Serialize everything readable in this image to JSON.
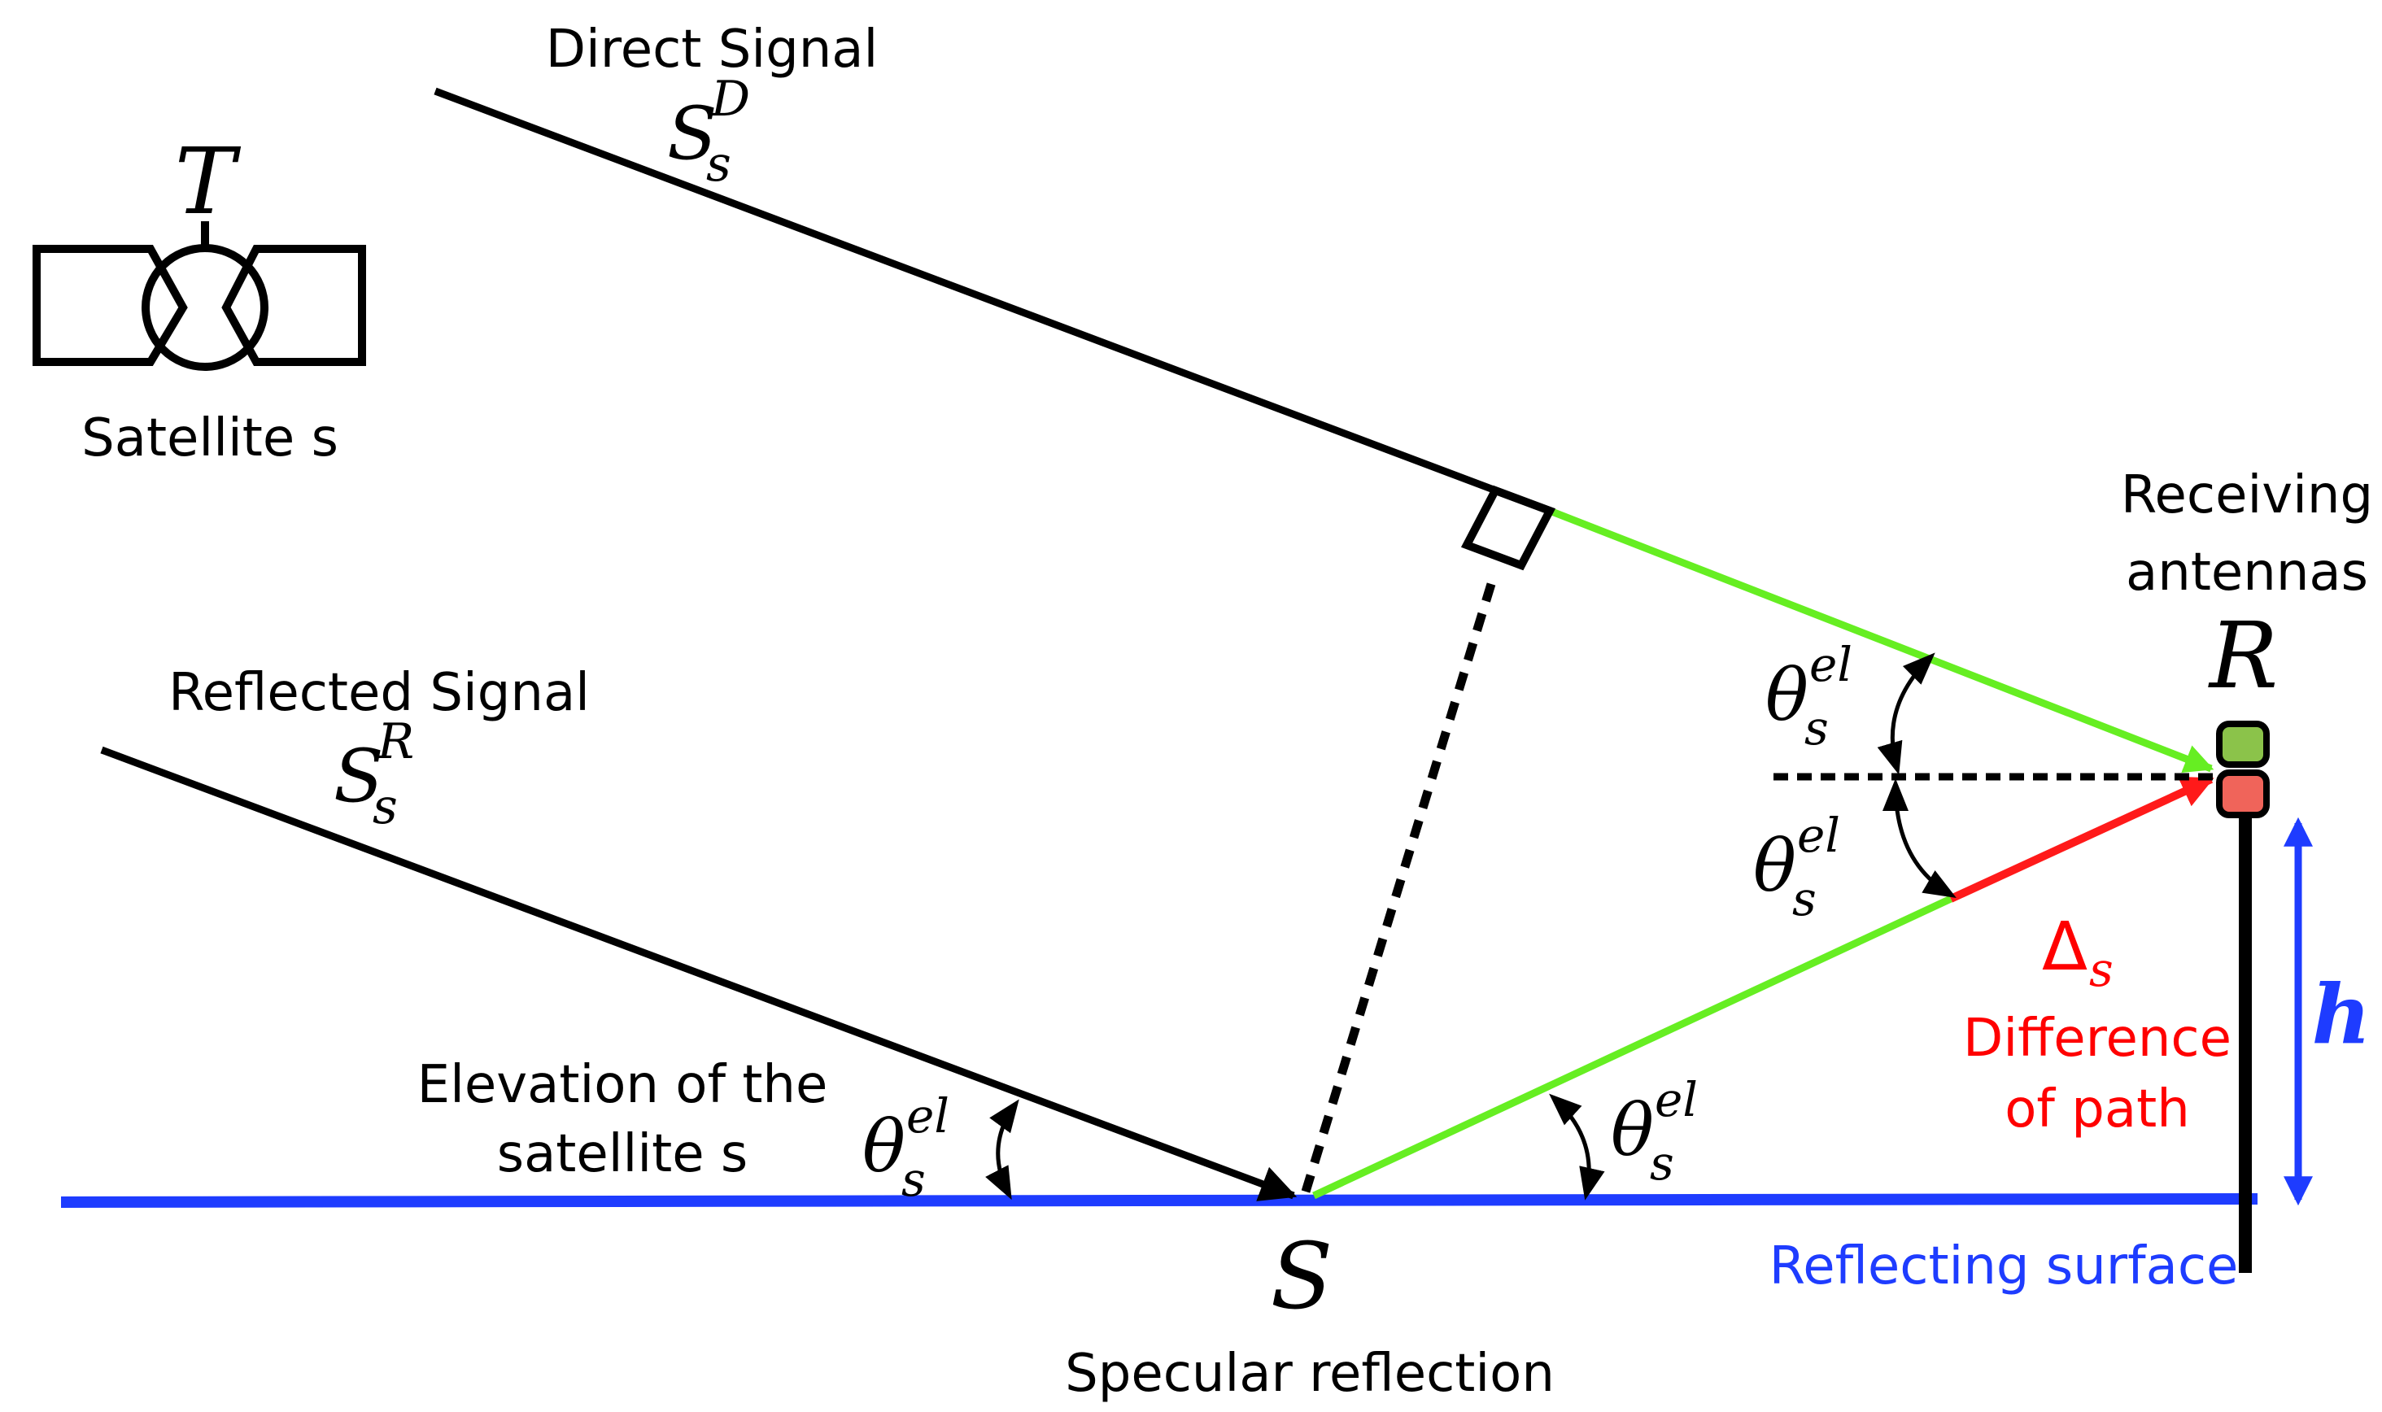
{
  "satellite": {
    "symbol": "T",
    "label": "Satellite s"
  },
  "direct_signal": {
    "label": "Direct Signal",
    "symbol_base": "S",
    "symbol_sub": "s",
    "symbol_sup": "D"
  },
  "reflected_signal": {
    "label": "Reflected Signal",
    "symbol_base": "S",
    "symbol_sub": "s",
    "symbol_sup": "R"
  },
  "receiver": {
    "label_line1": "Receiving",
    "label_line2": "antennas",
    "symbol": "R"
  },
  "specular": {
    "symbol": "S",
    "label": "Specular reflection"
  },
  "elevation": {
    "label_line1": "Elevation of the",
    "label_line2": "satellite s",
    "theta_base": "θ",
    "theta_sub": "s",
    "theta_sup": "el"
  },
  "path_difference": {
    "symbol_base": "Δ",
    "symbol_sub": "s",
    "label_line1": "Difference",
    "label_line2": "of path"
  },
  "height": {
    "symbol": "h"
  },
  "surface": {
    "label": "Reflecting surface"
  },
  "colors": {
    "line": "#000000",
    "green": "#66ee22",
    "red": "#ff1a1a",
    "blue": "#1e3cff",
    "antenna_green": "#8bc34a",
    "antenna_red": "#f0645a"
  }
}
